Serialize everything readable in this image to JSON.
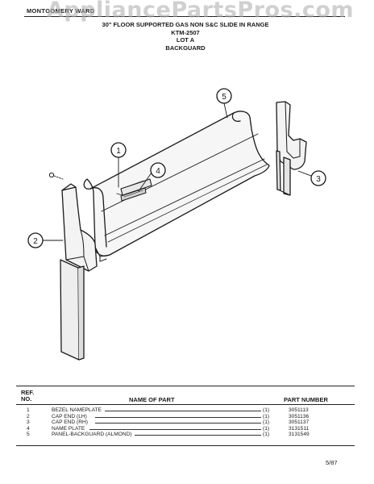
{
  "watermark": "AppliancePartsPros.com",
  "header": {
    "brand": "MONTGOMERY WARD",
    "title_lines": [
      "30\" FLOOR SUPPORTED GAS NON S&C SLIDE IN RANGE",
      "KTM-2507",
      "LOT A",
      "BACKGUARD"
    ]
  },
  "callouts": [
    "1",
    "2",
    "3",
    "4",
    "5"
  ],
  "parts_table": {
    "header_ref": "REF.\nNO.",
    "header_ref_lines": [
      "REF.",
      "NO."
    ],
    "header_name": "NAME OF PART",
    "header_part": "PART NUMBER",
    "rows": [
      {
        "ref": "1",
        "name": "BEZEL NAMEPLATE",
        "qty": "(1)",
        "part": "3051113"
      },
      {
        "ref": "2",
        "name": "CAP END (LH)",
        "qty": "(1)",
        "part": "3051136"
      },
      {
        "ref": "3",
        "name": "CAP END (RH)",
        "qty": "(1)",
        "part": "3051137"
      },
      {
        "ref": "4",
        "name": "NAME PLATE",
        "qty": "(1)",
        "part": "3131511"
      },
      {
        "ref": "5",
        "name": "PANEL-BACKGUARD (ALMOND)",
        "qty": "(1)",
        "part": "3131549"
      }
    ]
  },
  "footer": {
    "page_code": "5/87"
  }
}
